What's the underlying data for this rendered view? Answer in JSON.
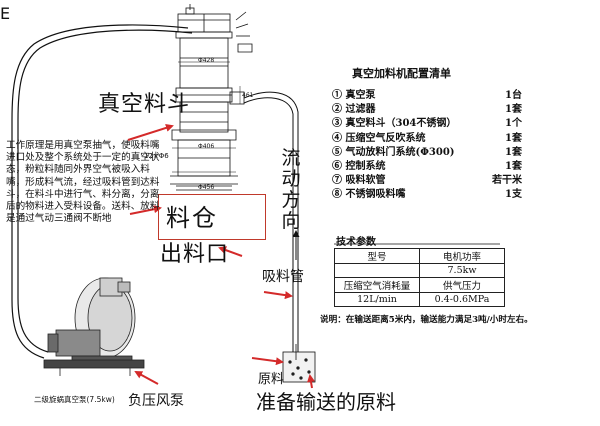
{
  "labels": {
    "vacuum_hopper": "真空料斗",
    "silo": "料仓",
    "discharge": "出料口",
    "flow_direction": "流动方向",
    "suction_pipe": "吸料管",
    "raw_material": "原料",
    "prepare_raw": "准备输送的原料",
    "negative_fan": "负压风泵",
    "pump_caption": "二级旋蜗真空泵(7.5kw)",
    "corner": "E"
  },
  "dimensions": {
    "d1": "Φ428",
    "d2": "Φ406",
    "d3": "Φ456",
    "d4": "12×Φ6",
    "side": "461"
  },
  "principle_text": "工作原理是用真空泵抽气，使吸料嘴进口处及整个系统处于一定的真空状态，粉粒料随同外界空气被吸入料嘴，形成料气流，经过吸料管到达料斗，在料斗中进行气、料分离，分离后的物料进入受料设备。送料、放料是通过气动三通阀不断地",
  "config": {
    "title": "真空加料机配置清单",
    "items": [
      {
        "no": "①",
        "name": "真空泵",
        "qty": "1台"
      },
      {
        "no": "②",
        "name": "过滤器",
        "qty": "1套"
      },
      {
        "no": "③",
        "name": "真空料斗（304不锈钢）",
        "qty": "1个"
      },
      {
        "no": "④",
        "name": "压缩空气反吹系统",
        "qty": "1套"
      },
      {
        "no": "⑤",
        "name": "气动放料门系统(Φ300)",
        "qty": "1套"
      },
      {
        "no": "⑥",
        "name": "控制系统",
        "qty": "1套"
      },
      {
        "no": "⑦",
        "name": "吸料软管",
        "qty": "若干米"
      },
      {
        "no": "⑧",
        "name": "不锈钢吸料嘴",
        "qty": "1支"
      }
    ]
  },
  "tech": {
    "title": "技术参数",
    "rows": [
      [
        "型号",
        "电机功率"
      ],
      [
        "",
        "7.5kw"
      ],
      [
        "压缩空气消耗量",
        "供气压力"
      ],
      [
        "12L/min",
        "0.4-0.6MPa"
      ]
    ],
    "note": "说明：在输送距离5米内，输送能力满足3吨/小时左右。"
  },
  "colors": {
    "arrow": "#d42a2a",
    "line": "#111111",
    "box": "#c0392b"
  }
}
